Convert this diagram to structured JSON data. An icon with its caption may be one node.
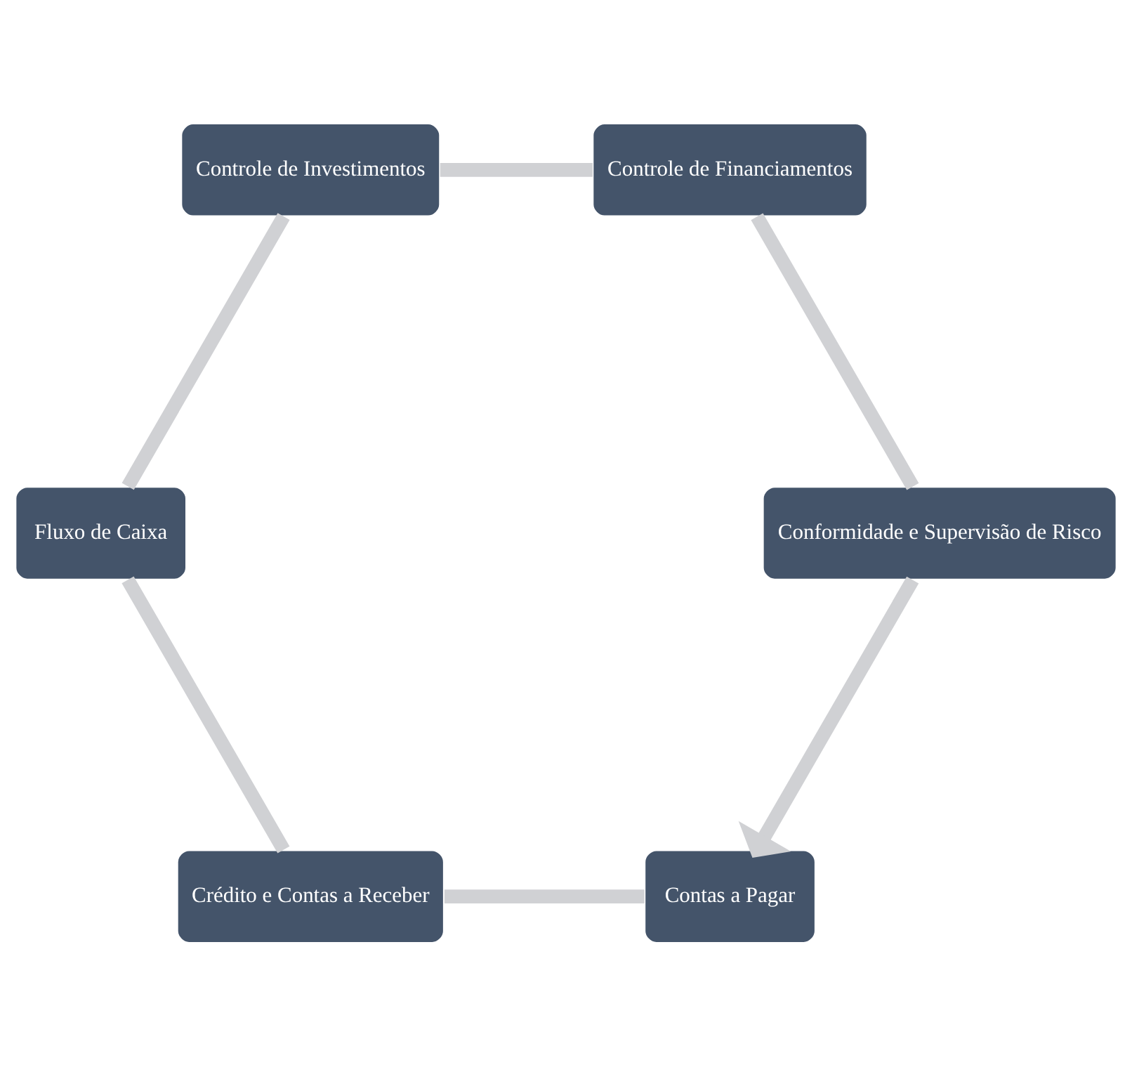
{
  "diagram": {
    "nodes": [
      {
        "text": [
          "Contas a Pagar"
        ]
      },
      {
        "text": [
          "Conformidade e Supervisão de Risco"
        ]
      },
      {
        "text": [
          "Crédito e Contas a Receber"
        ]
      },
      {
        "text": [
          "Controle de Financiamentos"
        ]
      },
      {
        "text": [
          "Fluxo de Caixa"
        ]
      },
      {
        "text": [
          "Controle de Investimentos"
        ]
      }
    ],
    "edges": [
      {
        "from": 0,
        "to": 2,
        "arrow": "none"
      },
      {
        "from": 2,
        "to": 4,
        "arrow": "none"
      },
      {
        "from": 4,
        "to": 5,
        "arrow": "none"
      },
      {
        "from": 5,
        "to": 3,
        "arrow": "none"
      },
      {
        "from": 3,
        "to": 1,
        "arrow": "none"
      },
      {
        "from": 1,
        "to": 0,
        "arrow": "to"
      }
    ]
  }
}
